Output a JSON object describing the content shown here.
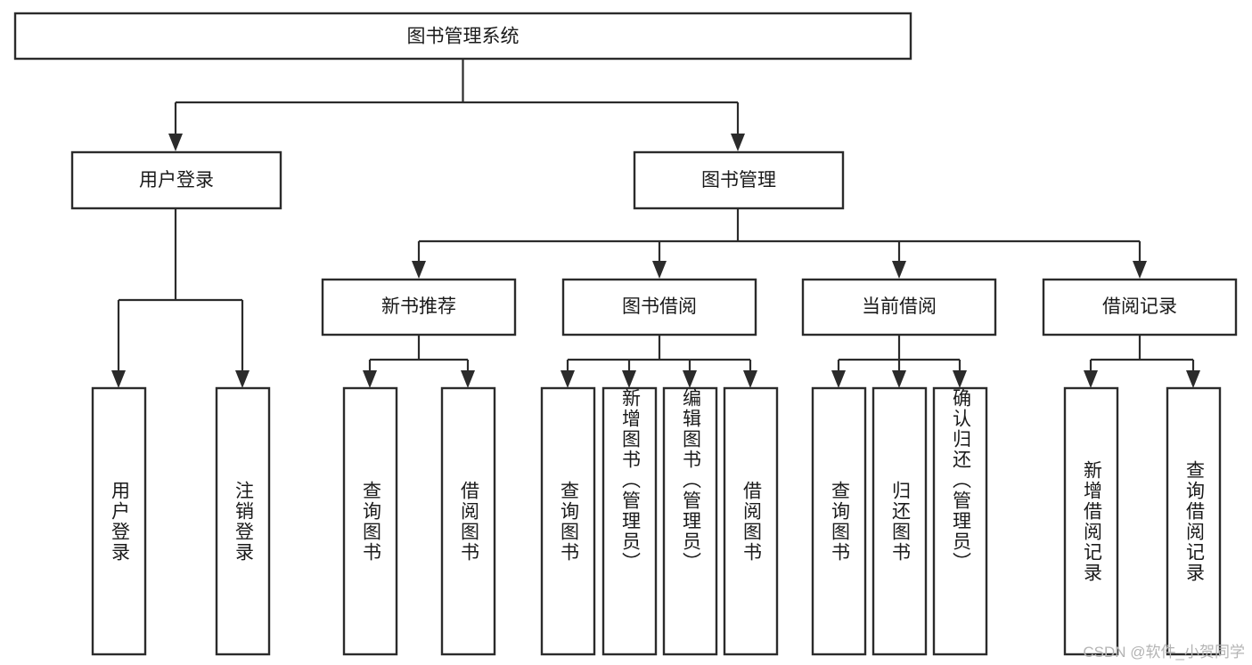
{
  "diagram": {
    "title": "图书管理系统",
    "type": "function-hierarchy-tree",
    "watermark": "CSDN @软件_小贺同学",
    "colors": {
      "box_stroke": "#2b2b2b",
      "box_fill": "#ffffff",
      "connector": "#2b2b2b",
      "text": "#1a1a1a",
      "background": "#ffffff",
      "watermark": "#b4b4b4"
    },
    "levels": {
      "root": "图书管理系统",
      "level2": [
        "用户登录",
        "图书管理"
      ],
      "level3": [
        "新书推荐",
        "图书借阅",
        "当前借阅",
        "借阅记录"
      ]
    },
    "nodes": {
      "root": {
        "label": "图书管理系统",
        "orientation": "horizontal"
      },
      "user_login": {
        "label": "用户登录",
        "orientation": "horizontal"
      },
      "book_manage": {
        "label": "图书管理",
        "orientation": "horizontal"
      },
      "new_book_rec": {
        "label": "新书推荐",
        "orientation": "horizontal"
      },
      "book_borrow": {
        "label": "图书借阅",
        "orientation": "horizontal"
      },
      "current_borrow": {
        "label": "当前借阅",
        "orientation": "horizontal"
      },
      "borrow_record": {
        "label": "借阅记录",
        "orientation": "horizontal"
      },
      "leaf_user_login": {
        "label": "用户登录",
        "orientation": "vertical"
      },
      "leaf_logout": {
        "label": "注销登录",
        "orientation": "vertical"
      },
      "leaf_query_book_1": {
        "label": "查询图书",
        "orientation": "vertical"
      },
      "leaf_borrow_book_1": {
        "label": "借阅图书",
        "orientation": "vertical"
      },
      "leaf_query_book_2": {
        "label": "查询图书",
        "orientation": "vertical"
      },
      "leaf_add_book": {
        "label": "新增图书（管理员）",
        "orientation": "vertical"
      },
      "leaf_edit_book": {
        "label": "编辑图书（管理员）",
        "orientation": "vertical"
      },
      "leaf_borrow_book_2": {
        "label": "借阅图书",
        "orientation": "vertical"
      },
      "leaf_query_book_3": {
        "label": "查询图书",
        "orientation": "vertical"
      },
      "leaf_return_book": {
        "label": "归还图书",
        "orientation": "vertical"
      },
      "leaf_confirm_return": {
        "label": "确认归还（管理员）",
        "orientation": "vertical"
      },
      "leaf_add_record": {
        "label": "新增借阅记录",
        "orientation": "vertical"
      },
      "leaf_query_record": {
        "label": "查询借阅记录",
        "orientation": "vertical"
      }
    },
    "tree": {
      "label": "图书管理系统",
      "children": [
        {
          "label": "用户登录",
          "children": [
            {
              "label": "用户登录",
              "children": []
            },
            {
              "label": "注销登录",
              "children": []
            }
          ]
        },
        {
          "label": "图书管理",
          "children": [
            {
              "label": "新书推荐",
              "children": [
                {
                  "label": "查询图书",
                  "children": []
                },
                {
                  "label": "借阅图书",
                  "children": []
                }
              ]
            },
            {
              "label": "图书借阅",
              "children": [
                {
                  "label": "查询图书",
                  "children": []
                },
                {
                  "label": "新增图书（管理员）",
                  "children": []
                },
                {
                  "label": "编辑图书（管理员）",
                  "children": []
                },
                {
                  "label": "借阅图书",
                  "children": []
                }
              ]
            },
            {
              "label": "当前借阅",
              "children": [
                {
                  "label": "查询图书",
                  "children": []
                },
                {
                  "label": "归还图书",
                  "children": []
                },
                {
                  "label": "确认归还（管理员）",
                  "children": []
                }
              ]
            },
            {
              "label": "借阅记录",
              "children": [
                {
                  "label": "新增借阅记录",
                  "children": []
                },
                {
                  "label": "查询借阅记录",
                  "children": []
                }
              ]
            }
          ]
        }
      ]
    }
  }
}
